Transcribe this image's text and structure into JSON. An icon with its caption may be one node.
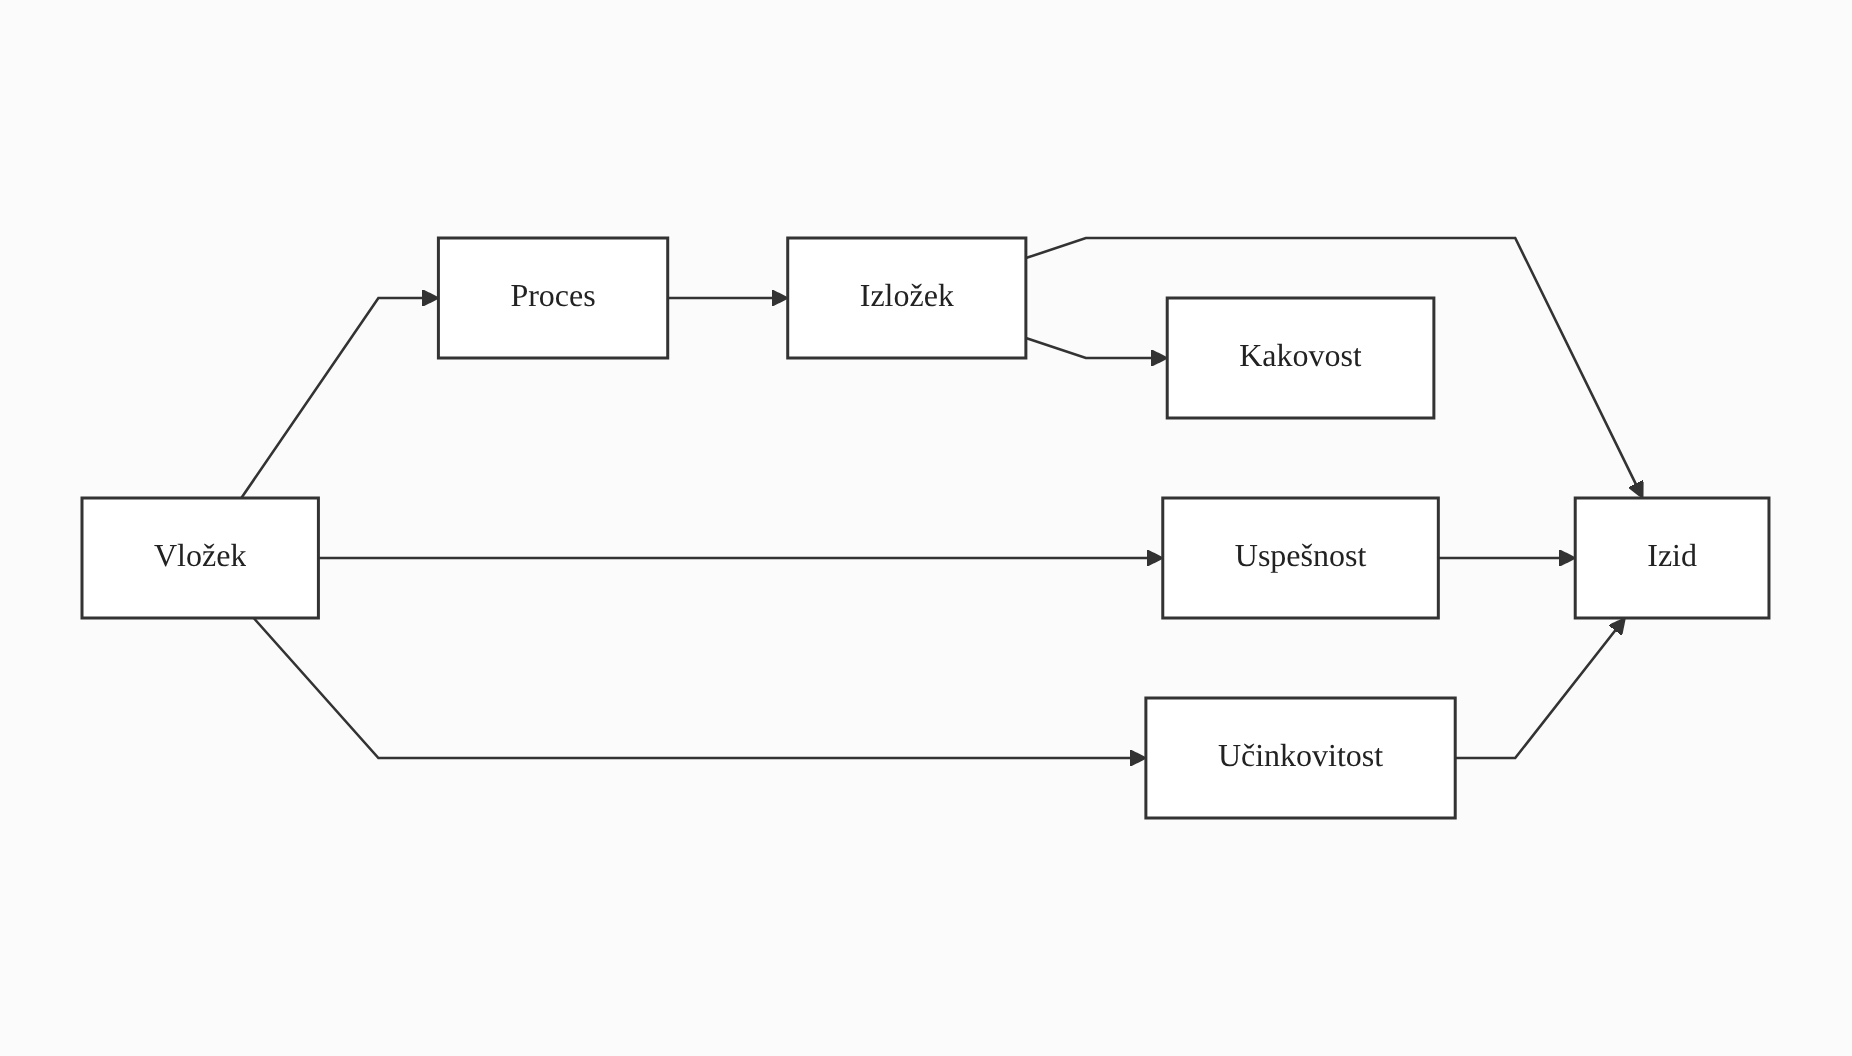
{
  "diagram": {
    "nodes": [
      {
        "text": [
          "Uspešnost"
        ]
      },
      {
        "text": [
          "Vložek"
        ]
      },
      {
        "text": [
          "Proces"
        ]
      },
      {
        "text": [
          "Izložek"
        ]
      },
      {
        "text": [
          "Izid"
        ]
      },
      {
        "text": [
          "Učinkovitost"
        ]
      },
      {
        "text": [
          "Kakovost"
        ]
      }
    ],
    "edges": [
      {
        "from": 1,
        "to": 2,
        "arrow": "to"
      },
      {
        "from": 2,
        "to": 3,
        "arrow": "to"
      },
      {
        "from": 3,
        "to": 4,
        "arrow": "to"
      },
      {
        "from": 1,
        "to": 0,
        "arrow": "to"
      },
      {
        "from": 0,
        "to": 4,
        "arrow": "to"
      },
      {
        "from": 1,
        "to": 5,
        "arrow": "to"
      },
      {
        "from": 5,
        "to": 4,
        "arrow": "to"
      },
      {
        "from": 3,
        "to": 6,
        "arrow": "to"
      }
    ]
  }
}
